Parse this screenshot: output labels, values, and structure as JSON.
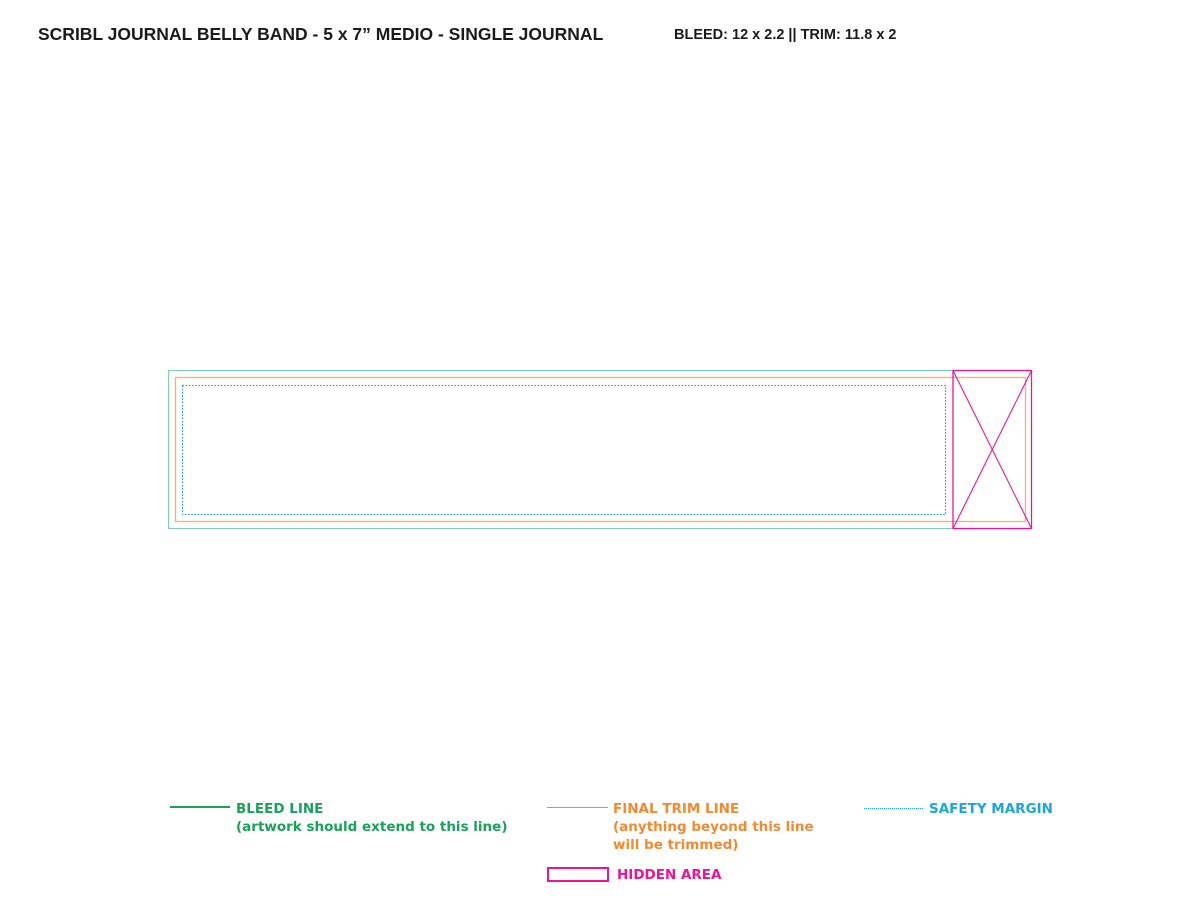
{
  "header": {
    "title": "SCRIBL JOURNAL BELLY BAND - 5 x 7” MEDIO - SINGLE JOURNAL",
    "specs": "BLEED: 12 x 2.2 || TRIM: 11.8 x 2"
  },
  "colors": {
    "bleed": "#17a35a",
    "trim": "#f28a30",
    "safety": "#1aa7e0",
    "hidden": "#e8149a"
  },
  "legend": {
    "bleed": {
      "label": "BLEED LINE",
      "sub": "(artwork should extend to this line)"
    },
    "trim": {
      "label": "FINAL TRIM LINE",
      "sub1": "(anything beyond this line",
      "sub2": "will be trimmed)"
    },
    "safety": {
      "label": "SAFETY MARGIN"
    },
    "hidden": {
      "label": "HIDDEN AREA"
    }
  }
}
